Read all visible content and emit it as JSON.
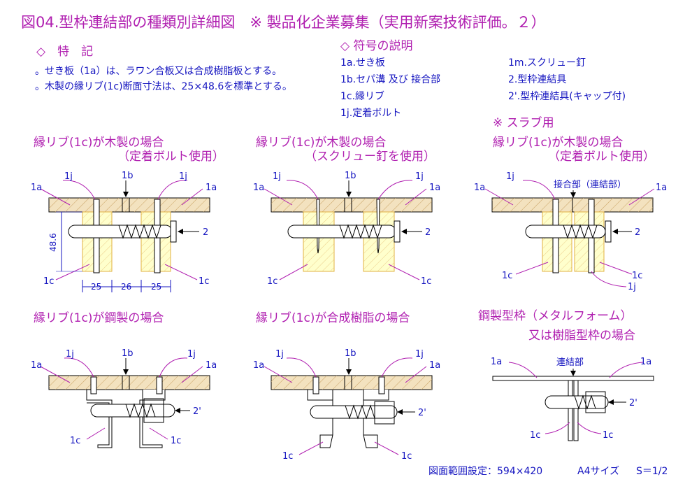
{
  "title": "図04.型枠連結部の種類別詳細図　※ 製品化企業募集（実用新案技術評価。２）",
  "notes": {
    "heading": "◇　特　記",
    "lines": [
      "。せき板（1a）は、ラワン合板又は合成樹脂板とする。",
      "。木製の縁リブ(1c)断面寸法は、25×48.6を標準とする。"
    ]
  },
  "legend": {
    "heading": "◇ 符号の説明",
    "items": [
      "1a.せき板",
      "1b.セパ溝 及び 接合部",
      "1c.縁リブ",
      "1j.定着ボルト",
      "1m.スクリュー釘",
      "2.型枠連結具",
      "2'.型枠連結具(キャップ付)"
    ]
  },
  "slab_note": "※ スラブ用",
  "figures": [
    {
      "caption": [
        "縁リブ(1c)が木製の場合",
        "（定着ボルト使用）"
      ],
      "labels": {
        "tl": "1j",
        "tr": "1j",
        "top": "1b",
        "l": "1a",
        "r": "1a",
        "conn": "2",
        "bl": "1c",
        "br": "1c"
      },
      "dims": {
        "h": "48.6",
        "w1": "25",
        "w2": "26",
        "w3": "25"
      }
    },
    {
      "caption": [
        "縁リブ(1c)が木製の場合",
        "（スクリュー釘を使用）"
      ],
      "labels": {
        "tl": "1j",
        "tr": "1j",
        "top": "1b",
        "l": "1a",
        "r": "1a",
        "conn": "2",
        "bl": "1c",
        "br": "1c"
      }
    },
    {
      "caption": [
        "縁リブ(1c)が木製の場合",
        "（定着ボルト使用）"
      ],
      "labels": {
        "tl": "1j",
        "top": "接合部（連結部）",
        "l": "1a",
        "r": "1a",
        "conn": "2",
        "bl": "1c",
        "br": "1c",
        "bj": "1j"
      }
    },
    {
      "caption": [
        "縁リブ(1c)が鋼製の場合"
      ],
      "labels": {
        "tl": "1j",
        "tr": "1j",
        "top": "1b",
        "l": "1a",
        "r": "1a",
        "conn": "2'",
        "bl": "1c",
        "br": "1c"
      }
    },
    {
      "caption": [
        "縁リブ(1c)が合成樹脂の場合"
      ],
      "labels": {
        "tl": "1j",
        "tr": "1j",
        "top": "1b",
        "l": "1a",
        "r": "1a",
        "conn": "2'",
        "bl": "1c",
        "br": "1c"
      }
    },
    {
      "caption": [
        "鋼製型枠（メタルフォーム）",
        "又は樹脂型枠の場合"
      ],
      "labels": {
        "top": "連結部",
        "l": "1a",
        "r": "1a",
        "conn": "2'",
        "bl": "1c",
        "br": "1c"
      }
    }
  ],
  "footer": {
    "range": "図面範囲設定：594×420",
    "size": "A4サイズ",
    "scale": "S＝1/2"
  },
  "colors": {
    "magenta": "#b01fb0",
    "blue": "#1515c0",
    "wood": "#f3e2bf",
    "rib": "#ffffcc",
    "rib_outline": "#e0b040",
    "black": "#000000"
  }
}
